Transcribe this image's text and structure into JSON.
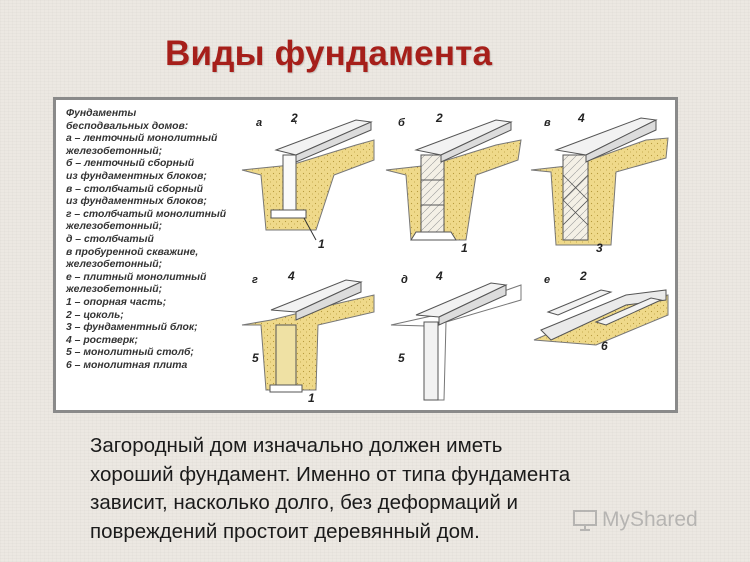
{
  "title": "Виды фундамента",
  "figure": {
    "legend": [
      "Фундаменты",
      "бесподвальных домов:",
      "а – ленточный монолитный",
      "железобетонный;",
      "б – ленточный сборный",
      "из фундаментных блоков;",
      "в – столбчатый сборный",
      "из фундаментных блоков;",
      "г – столбчатый монолитный",
      "железобетонный;",
      "д – столбчатый",
      "в пробуренной скважине,",
      "железобетонный;",
      "е – плитный монолитный",
      "железобетонный;",
      "1 – опорная часть;",
      "2 – цоколь;",
      "3 – фундаментный блок;",
      "4 – ростверк;",
      "5 – монолитный столб;",
      "6 – монолитная плита"
    ],
    "panel_letters": [
      "а",
      "б",
      "в",
      "г",
      "д",
      "е"
    ],
    "callouts": {
      "a": [
        "2",
        "1"
      ],
      "b": [
        "2",
        "1"
      ],
      "v": [
        "4",
        "3"
      ],
      "g": [
        "4",
        "5",
        "1"
      ],
      "d": [
        "4",
        "5"
      ],
      "e": [
        "2",
        "6"
      ]
    }
  },
  "caption": [
    "Загородный дом изначально должен иметь",
    "хороший фундамент. Именно от типа фундамента",
    "зависит, насколько долго, без деформаций и",
    "повреждений простоит деревянный дом."
  ],
  "watermark": "MyShared"
}
